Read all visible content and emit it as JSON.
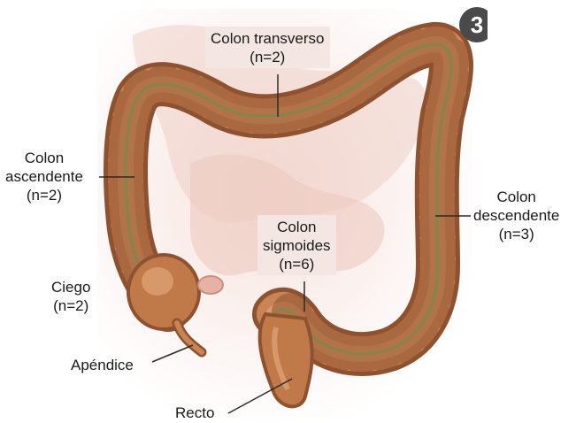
{
  "labels": {
    "transverso": {
      "name": "Colon transverso",
      "count": "(n=2)"
    },
    "ascendente": {
      "line1": "Colon",
      "line2": "ascendente",
      "count": "(n=2)"
    },
    "descendente": {
      "line1": "Colon",
      "line2": "descendente",
      "count": "(n=3)"
    },
    "sigmoides": {
      "line1": "Colon",
      "line2": "sigmoides",
      "count": "(n=6)"
    },
    "ciego": {
      "name": "Ciego",
      "count": "(n=2)"
    },
    "apendice": {
      "name": "Apéndice"
    },
    "recto": {
      "name": "Recto"
    }
  },
  "badge": {
    "text": "3"
  },
  "colors": {
    "colon_outer": "#9a5a33",
    "colon_fill": "#c98455",
    "colon_highlight": "#e6ae80",
    "taenia": "#7a8a4a",
    "background_tissue": "#f2d9d3",
    "label_box": "#f4e6e3",
    "leader_line": "#2b2b2b"
  }
}
